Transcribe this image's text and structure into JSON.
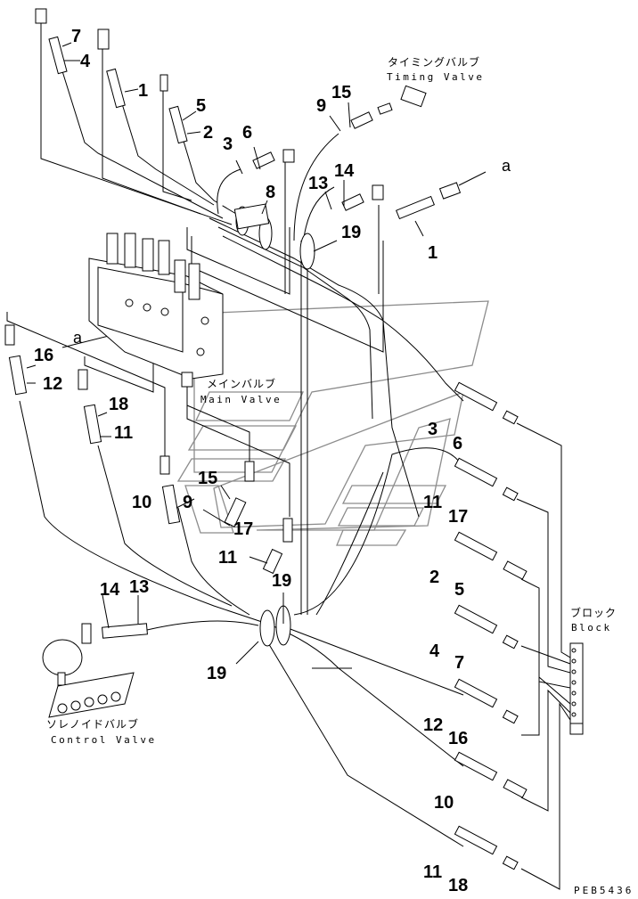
{
  "diagram": {
    "title": "Main Valve / Timing Valve / Control Valve hose routing",
    "reference_code": "PEB5436",
    "accent_colors": {
      "lines": "#000000",
      "watermark": "#8c8c8c",
      "background": "#ffffff"
    },
    "components": {
      "timing_valve": {
        "label_jp": "タイミングバルブ",
        "label_en": "Timing Valve"
      },
      "main_valve": {
        "label_jp": "メインバルブ",
        "label_en": "Main Valve"
      },
      "control_valve": {
        "label_jp": "ソレノイドバルブ",
        "label_en": "Control Valve"
      },
      "block": {
        "label_jp": "ブロック",
        "label_en": "Block"
      }
    },
    "connection_markers": {
      "to_a": "a",
      "from_a": "a"
    },
    "callouts": {
      "top_7": "7",
      "top_4": "4",
      "top_1": "1",
      "top_5": "5",
      "top_2": "2",
      "top_3": "3",
      "top_6": "6",
      "top_8": "8",
      "top_9": "9",
      "top_15": "15",
      "top_13": "13",
      "top_14": "14",
      "top_19": "19",
      "right_1": "1",
      "left_16": "16",
      "left_12": "12",
      "left_18": "18",
      "left_11": "11",
      "mid_15": "15",
      "mid_9": "9",
      "mid_10": "10",
      "mid_17": "17",
      "mid_11": "11",
      "mid_19": "19",
      "cv_14": "14",
      "cv_13": "13",
      "bundle_19": "19",
      "r_3": "3",
      "r_6": "6",
      "r_11": "11",
      "r_17": "17",
      "r_2": "2",
      "r_5": "5",
      "r_4": "4",
      "r_7": "7",
      "r_12": "12",
      "r_16": "16",
      "r_10": "10",
      "r_11b": "11",
      "r_18": "18"
    }
  }
}
